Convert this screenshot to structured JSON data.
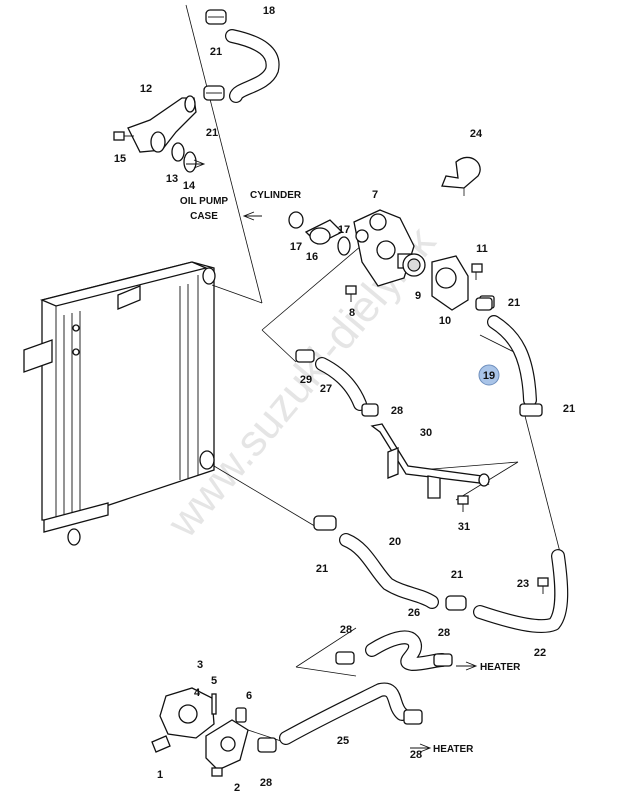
{
  "watermark": "www.suzuki-diely.sk",
  "highlight_color": "#a9c4e8",
  "callouts": [
    {
      "id": "c1",
      "text": "1"
    },
    {
      "id": "c2",
      "text": "2"
    },
    {
      "id": "c3",
      "text": "3"
    },
    {
      "id": "c4",
      "text": "4"
    },
    {
      "id": "c5",
      "text": "5"
    },
    {
      "id": "c6",
      "text": "6"
    },
    {
      "id": "c7",
      "text": "7"
    },
    {
      "id": "c8",
      "text": "8"
    },
    {
      "id": "c9",
      "text": "9"
    },
    {
      "id": "c10",
      "text": "10"
    },
    {
      "id": "c11",
      "text": "11"
    },
    {
      "id": "c12",
      "text": "12"
    },
    {
      "id": "c13",
      "text": "13"
    },
    {
      "id": "c14",
      "text": "14"
    },
    {
      "id": "c15",
      "text": "15"
    },
    {
      "id": "c16",
      "text": "16"
    },
    {
      "id": "c17a",
      "text": "17"
    },
    {
      "id": "c17b",
      "text": "17"
    },
    {
      "id": "c18",
      "text": "18"
    },
    {
      "id": "c19",
      "text": "19",
      "highlighted": true
    },
    {
      "id": "c20",
      "text": "20"
    },
    {
      "id": "c21a",
      "text": "21"
    },
    {
      "id": "c21b",
      "text": "21"
    },
    {
      "id": "c21c",
      "text": "21"
    },
    {
      "id": "c21d",
      "text": "21"
    },
    {
      "id": "c21e",
      "text": "21"
    },
    {
      "id": "c21f",
      "text": "21"
    },
    {
      "id": "c22",
      "text": "22"
    },
    {
      "id": "c23",
      "text": "23"
    },
    {
      "id": "c24",
      "text": "24"
    },
    {
      "id": "c25",
      "text": "25"
    },
    {
      "id": "c26",
      "text": "26"
    },
    {
      "id": "c27",
      "text": "27"
    },
    {
      "id": "c28a",
      "text": "28"
    },
    {
      "id": "c28b",
      "text": "28"
    },
    {
      "id": "c28c",
      "text": "28"
    },
    {
      "id": "c28d",
      "text": "28"
    },
    {
      "id": "c28e",
      "text": "28"
    },
    {
      "id": "c29",
      "text": "29"
    },
    {
      "id": "c30",
      "text": "30"
    },
    {
      "id": "c31",
      "text": "31"
    }
  ],
  "labels": {
    "oil_pump_case_line1": "OIL PUMP",
    "oil_pump_case_line2": "CASE",
    "cylinder": "CYLINDER",
    "heater_upper": "HEATER",
    "heater_lower": "HEATER"
  }
}
